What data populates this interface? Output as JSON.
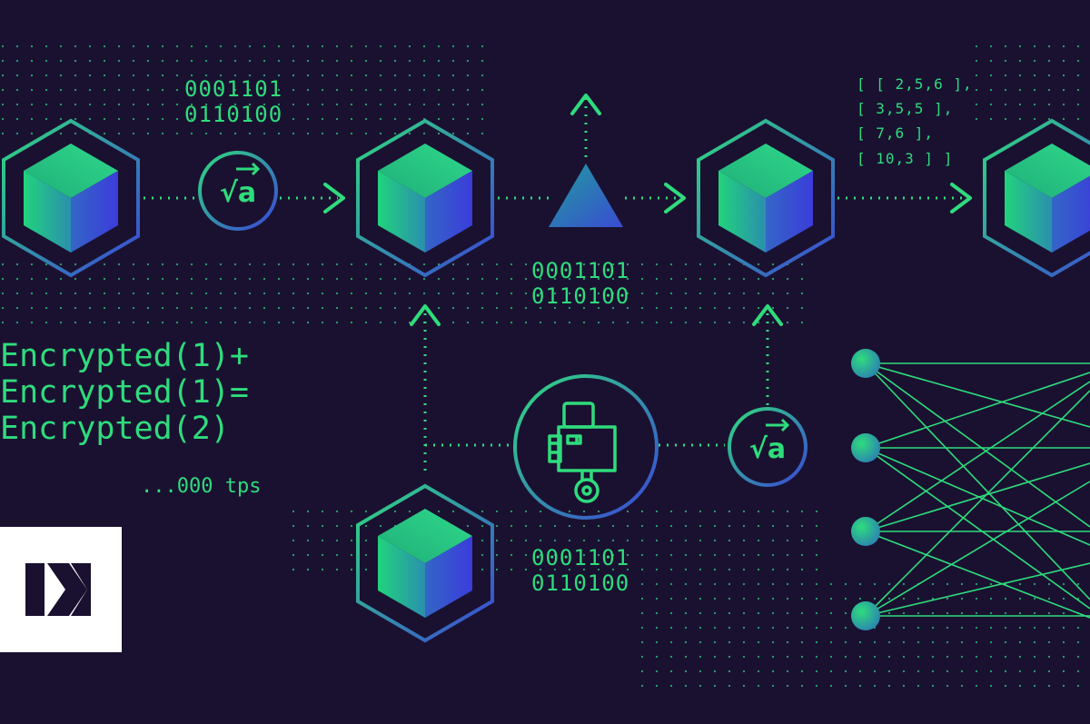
{
  "binary_top": [
    "0001101",
    "0110100"
  ],
  "binary_mid": [
    "0001101",
    "0110100"
  ],
  "binary_bottom": [
    "0001101",
    "0110100"
  ],
  "matrix": [
    "[ [ 2,5,6 ],",
    "[ 3,5,5 ],",
    "[ 7,6 ],",
    "[ 10,3 ] ]"
  ],
  "encrypted": [
    "Encrypted(1)+",
    "Encrypted(1)=",
    "Encrypted(2)"
  ],
  "tps": "...000 tps",
  "sqrt_symbol": "√a",
  "colors": {
    "background": "#1a1131",
    "accent_green": "#2fdc7c",
    "accent_blue": "#3b3cdb",
    "logo_bg": "#ffffff",
    "logo_fg": "#1a1131"
  },
  "icons": [
    "cube-node-icon",
    "sqrt-vector-icon",
    "triangle-icon",
    "lock-robot-icon",
    "neural-network-icon",
    "logo-k-icon"
  ]
}
